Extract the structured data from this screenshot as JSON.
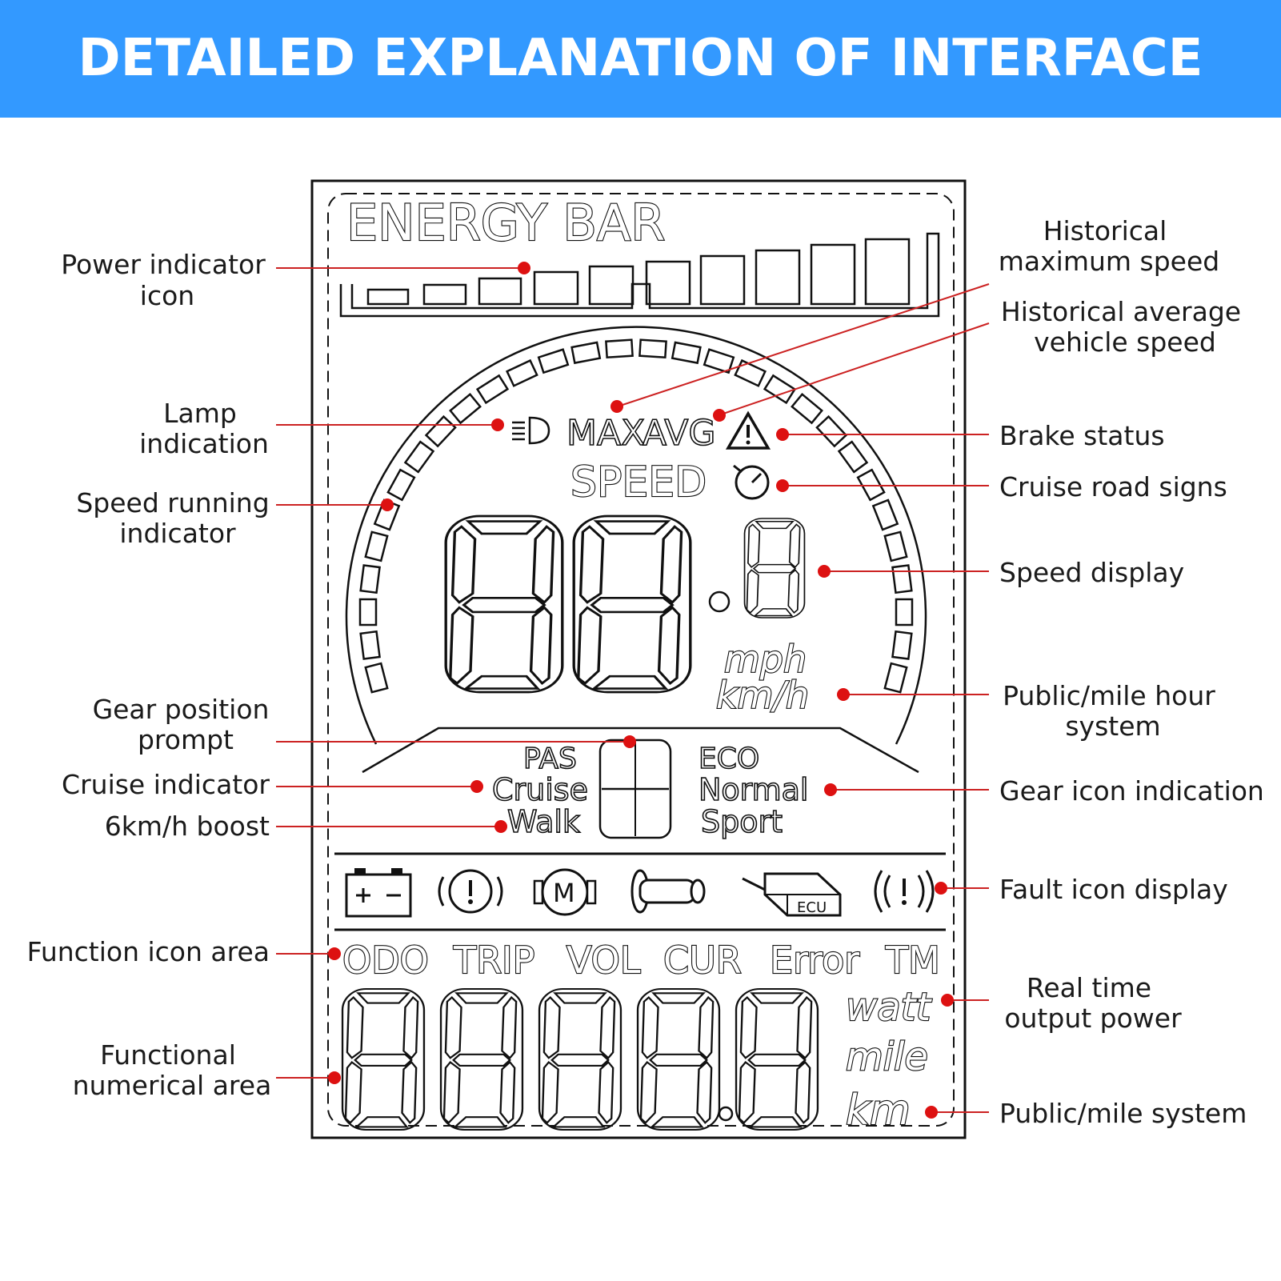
{
  "banner": {
    "title": "DETAILED EXPLANATION OF INTERFACE ICONS",
    "color": "#3399ff"
  },
  "display": {
    "energy_bar": "ENERGY BAR",
    "max": "MAX",
    "avg": "AVG",
    "speed": "SPEED",
    "unit_mph": "mph",
    "unit_kmh": "km/h",
    "pas": "PAS",
    "cruise": "Cruise",
    "walk": "Walk",
    "eco": "ECO",
    "normal": "Normal",
    "sport": "Sport",
    "func_labels": [
      "ODO",
      "TRIP",
      "VOL",
      "CUR",
      "Error",
      "TM"
    ],
    "unit_watt": "watt",
    "unit_mile": "mile",
    "unit_km": "km",
    "ecu": "ECU"
  },
  "callouts": {
    "left": [
      "Power indicator icon",
      "Lamp indication",
      "Speed running indicator",
      "Gear position prompt",
      "Cruise indicator",
      "6km/h boost",
      "Function icon area",
      "Functional numerical area"
    ],
    "right": [
      "Historical maximum speed",
      "Historical average vehicle speed",
      "Brake status",
      "Cruise road signs",
      "Speed display",
      "Public/mile hour system",
      "Gear icon indication",
      "Fault icon display",
      "Real time output power",
      "Public/mile system"
    ]
  },
  "icons": [
    "battery-icon",
    "brake-warning-icon",
    "motor-icon",
    "throttle-icon",
    "ecu-icon",
    "sensor-fault-icon",
    "headlight-icon",
    "warning-triangle-icon",
    "cruise-gauge-icon"
  ]
}
